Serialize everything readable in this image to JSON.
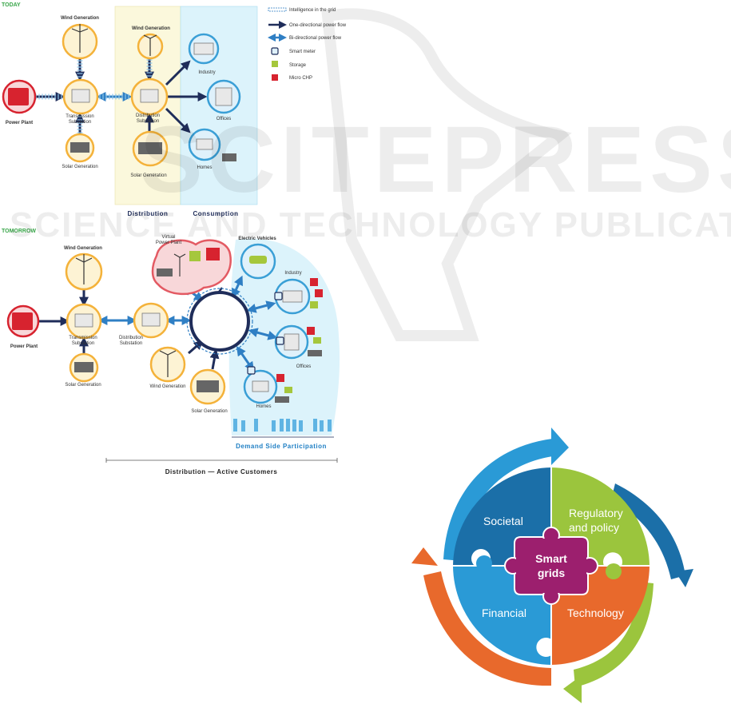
{
  "today": {
    "section_label": "TODAY",
    "nodes": {
      "wind_top": "Wind Generation",
      "wind_dist": "Wind Generation",
      "power_plant": "Power Plant",
      "transmission_1": "Transmission",
      "transmission_2": "Substation",
      "distribution_1": "Distribution",
      "distribution_2": "Substation",
      "solar_left": "Solar Generation",
      "solar_dist": "Solar Generation",
      "industry": "Industry",
      "offices": "Offices",
      "homes": "Homes"
    },
    "zones": {
      "distribution": "Distribution",
      "consumption": "Consumption"
    }
  },
  "legend": {
    "intelligence": "Intelligence in the grid",
    "one_dir": "One-directional power flow",
    "bi_dir": "Bi-directional power flow",
    "smart_meter": "Smart meter",
    "storage": "Storage",
    "micro_chp": "Micro CHP"
  },
  "tomorrow": {
    "section_label": "TOMORROW",
    "nodes": {
      "wind_top": "Wind Generation",
      "power_plant": "Power Plant",
      "transmission_1": "Transmission",
      "transmission_2": "Substation",
      "distribution_1": "Distribution",
      "distribution_2": "Substation",
      "solar_left": "Solar Generation",
      "vpp_1": "Virtual",
      "vpp_2": "Power Plant",
      "wind_mid": "Wind Generation",
      "solar_mid": "Solar Generation",
      "ev": "Electric Vehicles",
      "industry": "Industry",
      "offices": "Offices",
      "homes": "Homes"
    },
    "demand_side": "Demand Side Participation",
    "bottom_caption": "Distribution — Active Customers"
  },
  "watermark": {
    "big": "SCITEPRESS",
    "small": "SCIENCE AND TECHNOLOGY PUBLICATIONS"
  },
  "puzzle": {
    "societal": "Societal",
    "regulatory_1": "Regulatory",
    "regulatory_2": "and policy",
    "financial": "Financial",
    "technology": "Technology",
    "hub_1": "Smart",
    "hub_2": "grids"
  },
  "colors": {
    "navy": "#1f2d5a",
    "flow_blue": "#2f7fc4",
    "node_orange": "#f4b23a",
    "node_fill": "#fdf3d4",
    "consumer_ring": "#3a9fd6",
    "consumer_fill": "#dff1fb",
    "distribution_zone": "#fbf8dc",
    "consumption_zone": "#dcf3fb",
    "plant_red": "#d7232f",
    "storage_green": "#a5c73c",
    "puzzle_dark_blue": "#1b6fa8",
    "puzzle_green": "#9bc53d",
    "puzzle_light_blue": "#2a9ad6",
    "puzzle_orange": "#e8692c",
    "puzzle_hub": "#9c1f6e"
  }
}
